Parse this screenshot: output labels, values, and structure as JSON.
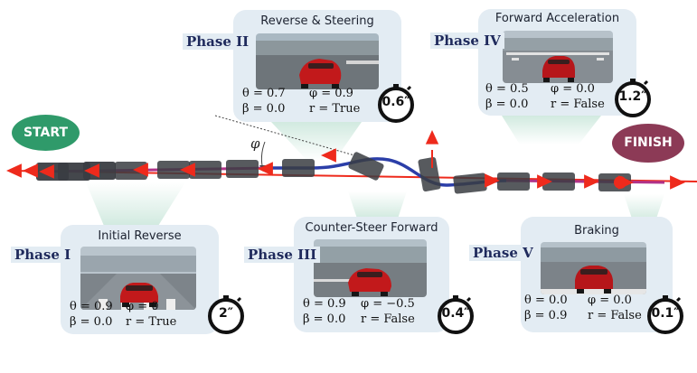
{
  "markers": {
    "start": "START",
    "finish": "FINISH"
  },
  "angle_label": "φ",
  "phases": [
    {
      "phase": "Phase I",
      "title": "Initial Reverse",
      "theta": "θ = 0.9",
      "phi": "φ = 0",
      "beta": "β = 0.0",
      "r": "r = True",
      "time": "2″"
    },
    {
      "phase": "Phase II",
      "title": "Reverse & Steering",
      "theta": "θ = 0.7",
      "phi": "φ = 0.9",
      "beta": "β = 0.0",
      "r": "r = True",
      "time": "0.6″"
    },
    {
      "phase": "Phase III",
      "title": "Counter-Steer Forward",
      "theta": "θ = 0.9",
      "phi": "φ = −0.5",
      "beta": "β = 0.0",
      "r": "r = False",
      "time": "0.4″"
    },
    {
      "phase": "Phase IV",
      "title": "Forward Acceleration",
      "theta": "θ = 0.5",
      "phi": "φ = 0.0",
      "beta": "β = 0.0",
      "r": "r = False",
      "time": "1.2″"
    },
    {
      "phase": "Phase V",
      "title": "Braking",
      "theta": "θ = 0.0",
      "phi": "φ = 0.0",
      "beta": "β = 0.9",
      "r": "r = False",
      "time": "0.1″"
    }
  ],
  "colors": {
    "panel": "#e3ecf3",
    "arrow": "#ee2a1c",
    "path_blue": "#2b3ea8",
    "path_magenta": "#b0338a",
    "start": "#2f9a6a",
    "finish": "#8c3a56",
    "car_block": "#3a3d42"
  }
}
